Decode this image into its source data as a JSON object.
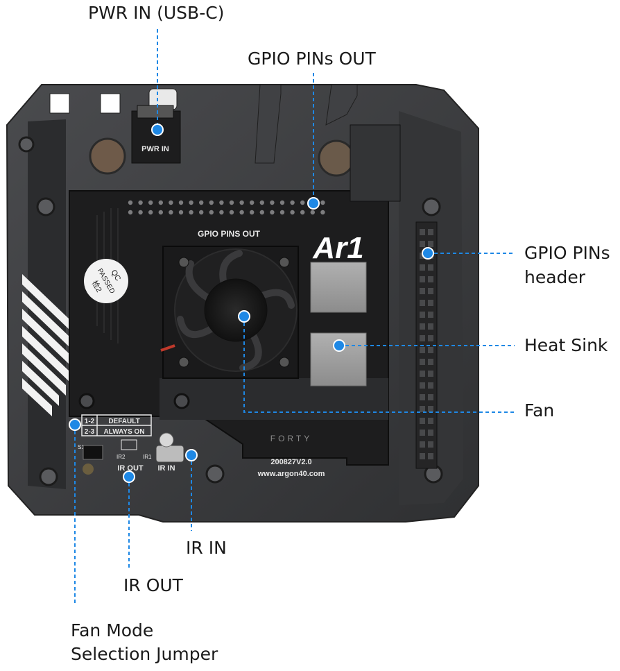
{
  "labels": {
    "pwr_in": "PWR IN (USB-C)",
    "gpio_out": "GPIO PINs OUT",
    "gpio_header_line1": "GPIO PINs",
    "gpio_header_line2": "header",
    "heat_sink": "Heat Sink",
    "fan": "Fan",
    "ir_in": "IR IN",
    "ir_out": "IR OUT",
    "fan_mode_line1": "Fan Mode",
    "fan_mode_line2": "Selection Jumper"
  },
  "board": {
    "pwr_in": "PWR IN",
    "gpio_pins_out": "GPIO PINS OUT",
    "logo": "Ar1",
    "qc_line1": "QC",
    "qc_line2": "PASSED",
    "qc_line3": "检2",
    "jumper_12": "1-2",
    "jumper_23": "2-3",
    "mode_default": "DEFAULT",
    "mode_always_on": "ALWAYS ON",
    "s1": "S1",
    "ir2": "IR2",
    "ir1": "IR1",
    "ir_out": "IR OUT",
    "ir_in": "IR IN",
    "forty": "FORTY",
    "version": "200827V2.0",
    "website": "www.argon40.com"
  },
  "colors": {
    "callout": "#1e88e5",
    "case": "#3a3b3d",
    "pcb": "#1c1c1d",
    "heatsink": "#9a9a9a"
  }
}
